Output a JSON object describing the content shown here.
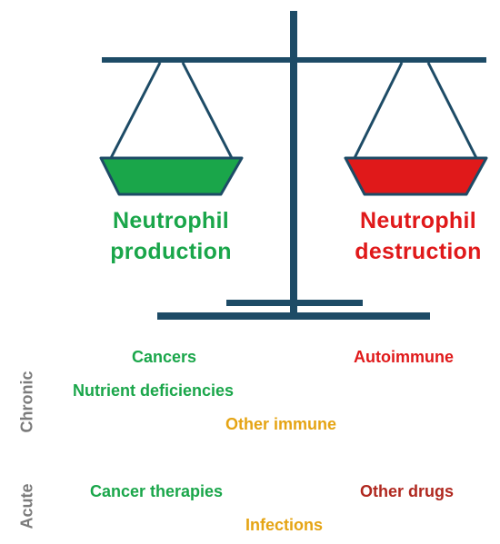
{
  "colors": {
    "scale": "#1d4b66",
    "production": "#1aa64a",
    "destruction": "#e0191a",
    "neutral": "#e5a414",
    "axis": "#7b7b7b"
  },
  "balance": {
    "left_label": [
      "Neutrophil",
      "production"
    ],
    "right_label": [
      "Neutrophil",
      "destruction"
    ]
  },
  "categories": {
    "chronic": "Chronic",
    "acute": "Acute"
  },
  "items": {
    "cancers": "Cancers",
    "nutrient_deficiencies": "Nutrient deficiencies",
    "other_immune": "Other immune",
    "autoimmune": "Autoimmune",
    "cancer_therapies": "Cancer therapies",
    "infections": "Infections",
    "other_drugs": "Other drugs"
  }
}
